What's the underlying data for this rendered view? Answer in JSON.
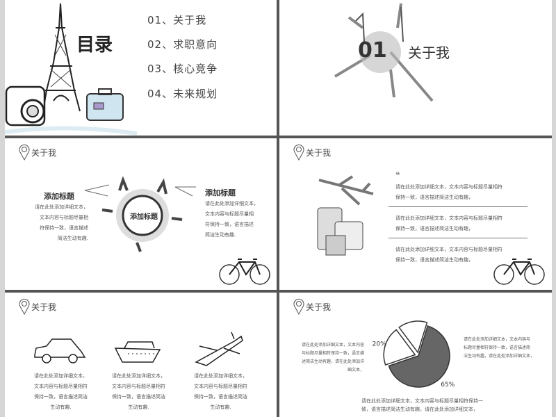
{
  "slide1": {
    "title": "目录",
    "items": [
      "01、关于我",
      "02、求职意向",
      "03、核心竞争",
      "04、未来规划"
    ]
  },
  "slide2": {
    "number": "01",
    "title": "关于我"
  },
  "section_label": "关于我",
  "slide3": {
    "left_title": "添加标题",
    "left_text": [
      "请在此处添加详细文本，",
      "文本内容与标题尽量相",
      "符保持一致，语言描述",
      "简洁生动有趣."
    ],
    "center_title": "添加标题",
    "right_title": "添加标题",
    "right_text": [
      "请在此处添加详细文本，",
      "文本内容与标题尽量相",
      "符保持一致，语言描述",
      "简洁生动有趣."
    ]
  },
  "slide4": {
    "paragraphs": [
      [
        "请在此处添加详细文本，文本内容与标题尽量相符",
        "保持一致，语言描述简洁生动有趣，"
      ],
      [
        "请在此处添加详细文本，文本内容与标题尽量相符",
        "保持一致，语言描述简洁生动有趣，"
      ],
      [
        "请在此处添加详细文本，文本内容与标题尽量相符",
        "保持一致，语言描述简洁生动有趣，"
      ]
    ]
  },
  "slide5": {
    "columns": [
      {
        "icon": "car-icon",
        "text": [
          "请在此处添加详细文本，",
          "文本内容与标题尽量相符",
          "保持一致，语言描述简洁",
          "生动有趣."
        ]
      },
      {
        "icon": "ship-icon",
        "text": [
          "请在此处添加详细文本，",
          "文本内容与标题尽量相符",
          "保持一致，语言描述简洁",
          "生动有趣."
        ]
      },
      {
        "icon": "airplane-icon",
        "text": [
          "请在此处添加详细文本，",
          "文本内容与标题尽量相符",
          "保持一致，语言描述简洁",
          "生动有趣."
        ]
      }
    ]
  },
  "slide6": {
    "chart_data": {
      "type": "pie",
      "slices": [
        {
          "label": "65%",
          "value": 65,
          "color": "#666666"
        },
        {
          "label": "20%",
          "value": 20,
          "color": "#ffffff"
        },
        {
          "label": "15%",
          "value": 15,
          "color": "#ffffff"
        }
      ]
    },
    "left_text": [
      "请在此处添加详细文本，文本内容",
      "与标题尽量相符保持一致，语言描",
      "述简洁生动有趣，请在此处添加详",
      "细文本，"
    ],
    "right_text": [
      "请在此处添加详细文本，文本内容与",
      "标题尽量相符保持一致，语言描述简",
      "洁生动有趣，请在此处添加详细文本，"
    ],
    "bottom_text": [
      "请在此处添加详细文本，文本内容与标题尽量相符保持一",
      "致，语言描述简洁生动有趣，请在此处添加详细文本，"
    ]
  }
}
